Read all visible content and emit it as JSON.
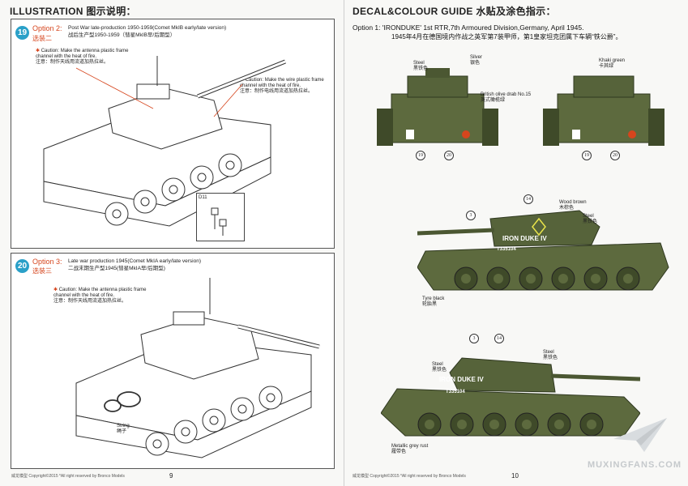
{
  "left_page": {
    "header": "ILLUSTRATION 图示说明：",
    "step19": {
      "number": "19",
      "option": "Option 2:",
      "option_cn": "选装二",
      "desc_line1": "Post War late-production 1950-1959(Comet MkIB early/late version)",
      "desc_line2": "战后生产型1950-1959（彗星MkIB早/后期型）",
      "caution1_en": "Caution: Make the antenna plastic frame channel with the heat of fire.",
      "caution1_cn": "注意：制作天线用流道加热拉丝。",
      "caution2_en": "Caution: Make the wire plastic frame channel with the heat of fire.",
      "caution2_cn": "注意：制作电线用流道加热拉丝。",
      "part_label": "D11"
    },
    "step20": {
      "number": "20",
      "option": "Option 3:",
      "option_cn": "选装三",
      "desc_line1": "Late war production 1945(Comet MkIA early/late version)",
      "desc_line2": "二战末期生产型1945(彗星MkIA早/后期型)",
      "caution_en": "Caution: Make the antenna plastic frame channel with the heat of fire.",
      "caution_cn": "注意：制作天线用流道加热拉丝。",
      "string_en": "String",
      "string_cn": "绳子"
    },
    "footer": "威龙模型 Copyright©2015 *All right reserved by Bronco Models",
    "page_number": "9"
  },
  "right_page": {
    "header": "DECAL&COLOUR GUIDE 水贴及涂色指示：",
    "option_title_en": "Option 1: 'IRONDUKE'  1st RTR,7th Armoured Division,Germany, April 1945.",
    "option_title_cn": "1945年4月在德国境内作战之英军第7装甲师，第1皇家坦克团属下车辆“铁公爵”。",
    "callouts": {
      "steel_en": "Steel",
      "steel_cn": "黑铁色",
      "silver_en": "Silver",
      "silver_cn": "银色",
      "olive_en": "British olive drab No.15",
      "olive_cn": "英式橄榄绿",
      "khaki_en": "Khaki green",
      "khaki_cn": "卡其绿",
      "wood_en": "Wood brown",
      "wood_cn": "木棕色",
      "tyre_en": "Tyre black",
      "tyre_cn": "轮胎黑",
      "rust_en": "Metallic grey rust",
      "rust_cn": "履带色"
    },
    "decal_numbers": [
      "19",
      "20",
      "3",
      "14"
    ],
    "tank_name": "IRON DUKE IV",
    "tank_reg": "T335104",
    "footer": "威龙模型 Copyright©2015 *All right reserved by Bronco Models",
    "page_number": "10",
    "watermark": "MUXINGFANS.COM"
  },
  "colors": {
    "olive": "#5d6a3e",
    "olive_dark": "#3f4a29",
    "accent": "#d6451d",
    "step_badge": "#2aa0c8"
  }
}
